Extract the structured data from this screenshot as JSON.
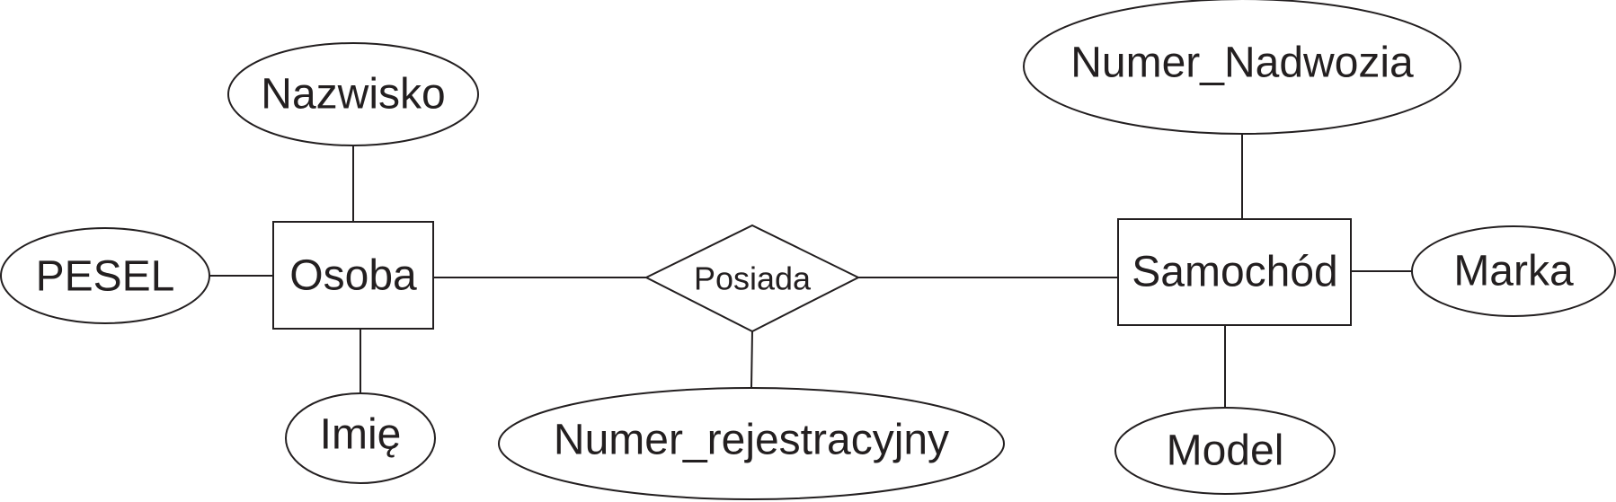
{
  "diagram": {
    "entities": {
      "osoba": "Osoba",
      "samochod": "Samochód"
    },
    "relationship": {
      "posiada": "Posiada"
    },
    "attributes": {
      "nazwisko": "Nazwisko",
      "pesel": "PESEL",
      "imie": "Imię",
      "numer_rejestracyjny": "Numer_rejestracyjny",
      "numer_nadwozia": "Numer_Nadwozia",
      "marka": "Marka",
      "model": "Model"
    }
  }
}
